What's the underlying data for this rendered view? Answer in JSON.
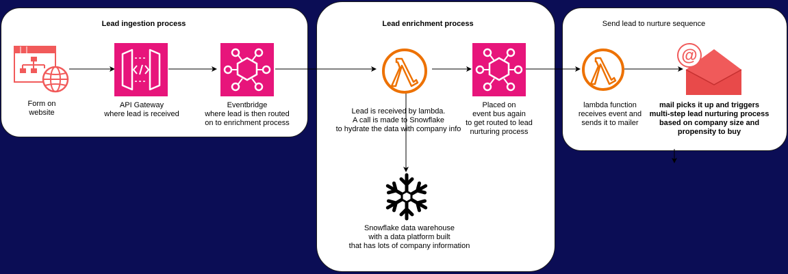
{
  "groups": {
    "ingestion_title": "Lead ingestion process",
    "enrichment_title": "Lead enrichment process",
    "nurture_title": "Send lead to nurture sequence"
  },
  "nodes": {
    "form": "Form on\nwebsite",
    "api_gateway": "API Gateway\nwhere lead is received",
    "eventbridge_1": "Eventbridge\nwhere lead is then routed\non to enrichment process",
    "lambda_1": "Lead is received by lambda.\nA call is made to Snowflake\nto hydrate the data with company info",
    "eventbridge_2": "Placed on\nevent bus again\nto get routed to lead\nnurturing process",
    "snowflake": "Snowflake data warehouse\nwith a data platform built\nthat has lots of company information",
    "lambda_2": "lambda function\nreceives event and\nsends it to mailer",
    "mailer": "mail picks it up and triggers\nmulti-step lead nurturing process\nbased on company size and\npropensity to buy"
  },
  "colors": {
    "background": "#0b0d55",
    "aws_pink": "#e7157b",
    "lambda_orange": "#ed7100",
    "mail_red": "#f05a5a",
    "form_red": "#f15a5a"
  },
  "icons": {
    "form": "website-form-icon",
    "api_gateway": "api-gateway-icon",
    "eventbridge": "eventbridge-icon",
    "lambda": "lambda-icon",
    "snowflake": "snowflake-icon",
    "mail": "mail-icon"
  }
}
